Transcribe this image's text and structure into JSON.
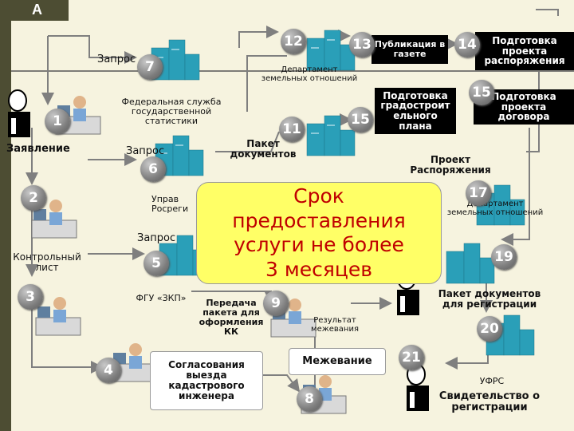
{
  "title": "А",
  "nodes": [
    {
      "id": "n1",
      "num": "1"
    },
    {
      "id": "n2",
      "num": "2"
    },
    {
      "id": "n3",
      "num": "3"
    },
    {
      "id": "n4",
      "num": "4"
    },
    {
      "id": "n5",
      "num": "5"
    },
    {
      "id": "n6",
      "num": "6"
    },
    {
      "id": "n7",
      "num": "7"
    },
    {
      "id": "n8",
      "num": "8"
    },
    {
      "id": "n9",
      "num": "9"
    },
    {
      "id": "n11",
      "num": "11"
    },
    {
      "id": "n12",
      "num": "12"
    },
    {
      "id": "n13",
      "num": "13"
    },
    {
      "id": "n14",
      "num": "14"
    },
    {
      "id": "n15a",
      "num": "15"
    },
    {
      "id": "n15b",
      "num": "15"
    },
    {
      "id": "n17",
      "num": "17"
    },
    {
      "id": "n19",
      "num": "19"
    },
    {
      "id": "n20",
      "num": "20"
    },
    {
      "id": "n21",
      "num": "21"
    }
  ],
  "labels": {
    "zayavlenie": "Заявление",
    "kontrolny_list": "Контрольный\nлист",
    "zapros_7": "Запрос",
    "zapros_6": "Запрос",
    "zapros_5": "Запрос",
    "fed_stat": "Федеральная служба\nгосударственной\nстатистики",
    "dept_zem_top": "Департамент\nземельных отношений",
    "paket_docs": "Пакет\nдокументов",
    "upravl": "Управ\nРосреги",
    "fgu_zkp": "ФГУ «ЗКП»",
    "peredacha": "Передача\nпакета для\nоформления\nКК",
    "rezultat": "Результат\nмежевания",
    "soglasovanie": "Согласования\nвыезда\nкадастрового\nинженера",
    "mezhevanie": "Межевание",
    "proekt_rasp": "Проект\nРаспоряжения",
    "dept_zem_right": "Департамент\nземельных отношений",
    "paket_reg": "Пакет документов\nдля регистрации",
    "ufrs": "УФРС",
    "svidetelstvo": "Свидетельство о\nрегистрации"
  },
  "boxes": {
    "publikaciya": "Публикация в\nгазете",
    "podgotovka_rasp": "Подготовка\nпроекта\nраспоряжения",
    "podgotovka_grad": "Подготовка\nградостроит\nельного\nплана",
    "podgotovka_dog": "Подготовка\nпроекта\nдоговора"
  },
  "callout": {
    "line1": "Срок",
    "line2": "предоставления",
    "line3": "услуги не более",
    "line4": "3 месяцев"
  },
  "icons": [
    "building-icon",
    "person-at-computer-icon",
    "silhouette-head-icon"
  ],
  "colors": {
    "background": "#f6f3df",
    "flow_line": "#7f7f7f",
    "left_bar": "#4d4d33",
    "building": "#2a9fb8",
    "callout_fill": "#ffff66",
    "callout_text": "#c00000",
    "box_fill": "#000000"
  }
}
